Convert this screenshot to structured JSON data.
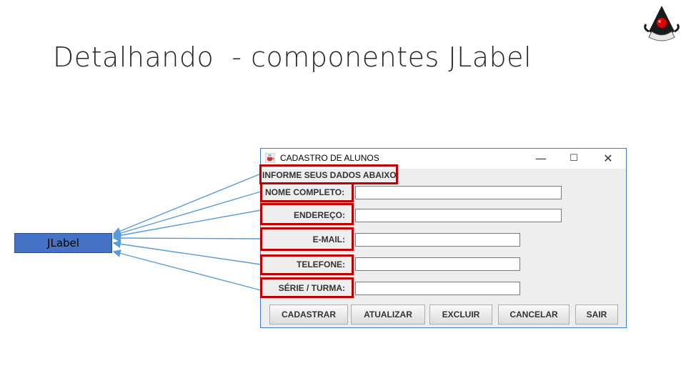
{
  "slide": {
    "title": "Detalhando  - componentes JLabel",
    "callout_label": "JLabel",
    "logo_icon": "java-duke-icon"
  },
  "window": {
    "title": "CADASTRO DE ALUNOS",
    "controls": {
      "minimize": "—",
      "maximize": "☐",
      "close": "✕"
    },
    "app_icon": "java-cup-icon"
  },
  "form": {
    "header_label": "INFORME SEUS DADOS ABAIXO:",
    "fields": [
      {
        "label": "NOME COMPLETO:",
        "value": ""
      },
      {
        "label": "ENDEREÇO:",
        "value": ""
      },
      {
        "label": "E-MAIL:",
        "value": ""
      },
      {
        "label": "TELEFONE:",
        "value": ""
      },
      {
        "label": "SÉRIE / TURMA:",
        "value": ""
      }
    ]
  },
  "buttons": {
    "register": "CADASTRAR",
    "update": "ATUALIZAR",
    "delete": "EXCLUIR",
    "cancel": "CANCELAR",
    "exit": "SAIR"
  },
  "colors": {
    "highlight": "#c00000",
    "callout": "#4472c4",
    "arrow": "#5b9bd5",
    "window_border": "#3d7bd1"
  }
}
